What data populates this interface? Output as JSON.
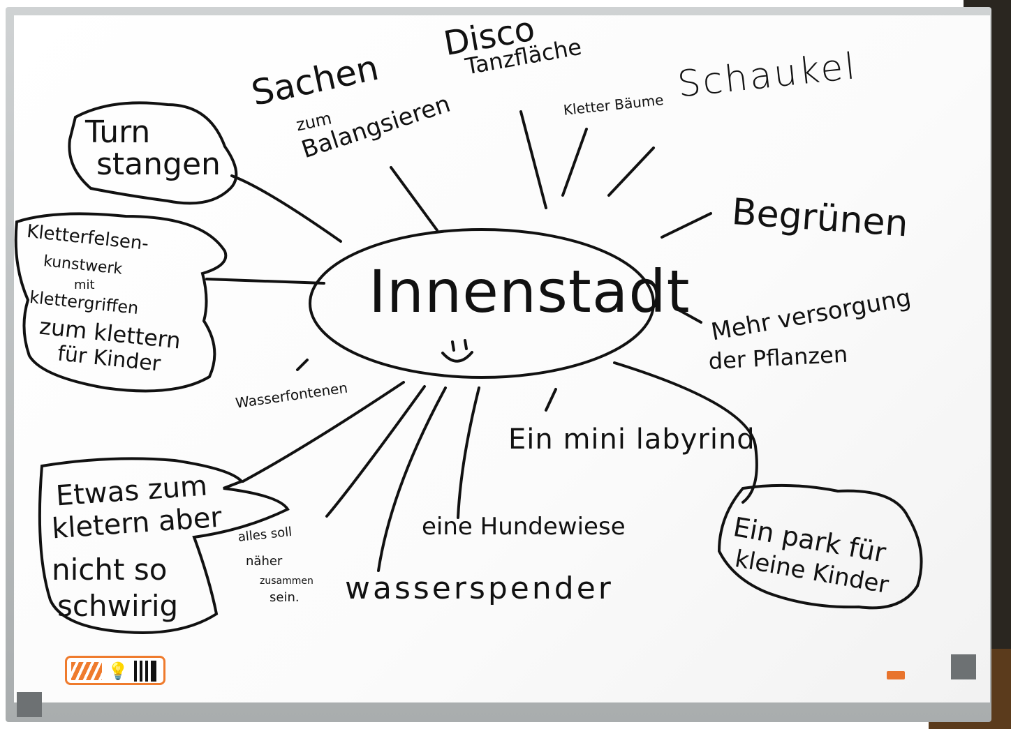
{
  "whiteboard": {
    "center": "Innenstadt",
    "center_smiley": "☺",
    "bubbles": {
      "turnstangen": [
        "Turn",
        "stangen"
      ],
      "kletterfelsen": [
        "Kletterfelsen-",
        "kunstwerk",
        "mit",
        "klettergriffen",
        "zum klettern",
        "für Kinder"
      ],
      "etwas_zum_klettern": [
        "Etwas zum",
        "kletern aber",
        "nicht so",
        "schwirig"
      ],
      "park": [
        "Ein park für",
        "kleine Kinder"
      ]
    },
    "notes": {
      "sachen": "Sachen",
      "zum_balangsieren": [
        "zum",
        "Balangsieren"
      ],
      "disco": "Disco",
      "tanzflaeche": "Tanzfläche",
      "kletter_baeume": "Kletter Bäume",
      "schaukel": "Schaukel",
      "begruenen": "Begrünen",
      "mehr_versorgung": [
        "Mehr versorgung",
        "der Pflanzen"
      ],
      "wasserfontenen": "Wasserfontenen",
      "mini_labyrinth": "Ein mini labyrind",
      "hundewiese": "eine Hundewiese",
      "wasserspender": "wasserspender",
      "alles_naeher": [
        "alles soll",
        "näher",
        "zusammen",
        "sein."
      ]
    }
  },
  "colors": {
    "ink": "#111111",
    "badge": "#ef7b2d"
  },
  "icons": [
    "pencil-logo-icon",
    "lightbulb-icon",
    "qr-code-icon"
  ]
}
